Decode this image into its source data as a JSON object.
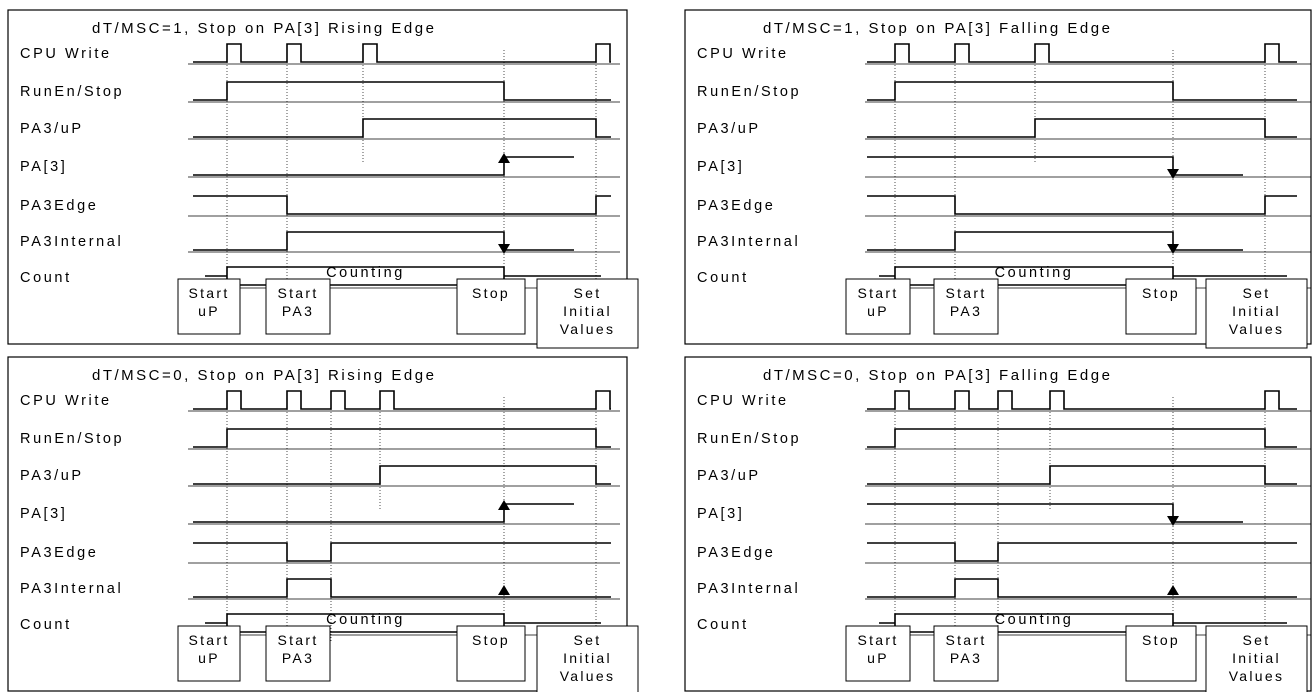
{
  "panels": [
    {
      "title": "dT/MSC=1, Stop on PA[3] Rising Edge",
      "signals": [
        "CPU Write",
        "RunEn/Stop",
        "PA3/uP",
        "PA[3]",
        "PA3Edge",
        "PA3Internal",
        "Count"
      ],
      "count_label": "Counting",
      "boxes": [
        [
          "Start",
          "uP"
        ],
        [
          "Start",
          "PA3"
        ],
        [
          "Stop"
        ],
        [
          "Set",
          "Initial",
          "Values"
        ]
      ]
    },
    {
      "title": "dT/MSC=1, Stop on PA[3] Falling Edge",
      "signals": [
        "CPU Write",
        "RunEn/Stop",
        "PA3/uP",
        "PA[3]",
        "PA3Edge",
        "PA3Internal",
        "Count"
      ],
      "count_label": "Counting",
      "boxes": [
        [
          "Start",
          "uP"
        ],
        [
          "Start",
          "PA3"
        ],
        [
          "Stop"
        ],
        [
          "Set",
          "Initial",
          "Values"
        ]
      ]
    },
    {
      "title": "dT/MSC=0, Stop on PA[3] Rising Edge",
      "signals": [
        "CPU Write",
        "RunEn/Stop",
        "PA3/uP",
        "PA[3]",
        "PA3Edge",
        "PA3Internal",
        "Count"
      ],
      "count_label": "Counting",
      "boxes": [
        [
          "Start",
          "uP"
        ],
        [
          "Start",
          "PA3"
        ],
        [
          "Stop"
        ],
        [
          "Set",
          "Initial",
          "Values"
        ]
      ]
    },
    {
      "title": "dT/MSC=0, Stop on PA[3] Falling Edge",
      "signals": [
        "CPU Write",
        "RunEn/Stop",
        "PA3/uP",
        "PA[3]",
        "PA3Edge",
        "PA3Internal",
        "Count"
      ],
      "count_label": "Counting",
      "boxes": [
        [
          "Start",
          "uP"
        ],
        [
          "Start",
          "PA3"
        ],
        [
          "Stop"
        ],
        [
          "Set",
          "Initial",
          "Values"
        ]
      ]
    }
  ]
}
